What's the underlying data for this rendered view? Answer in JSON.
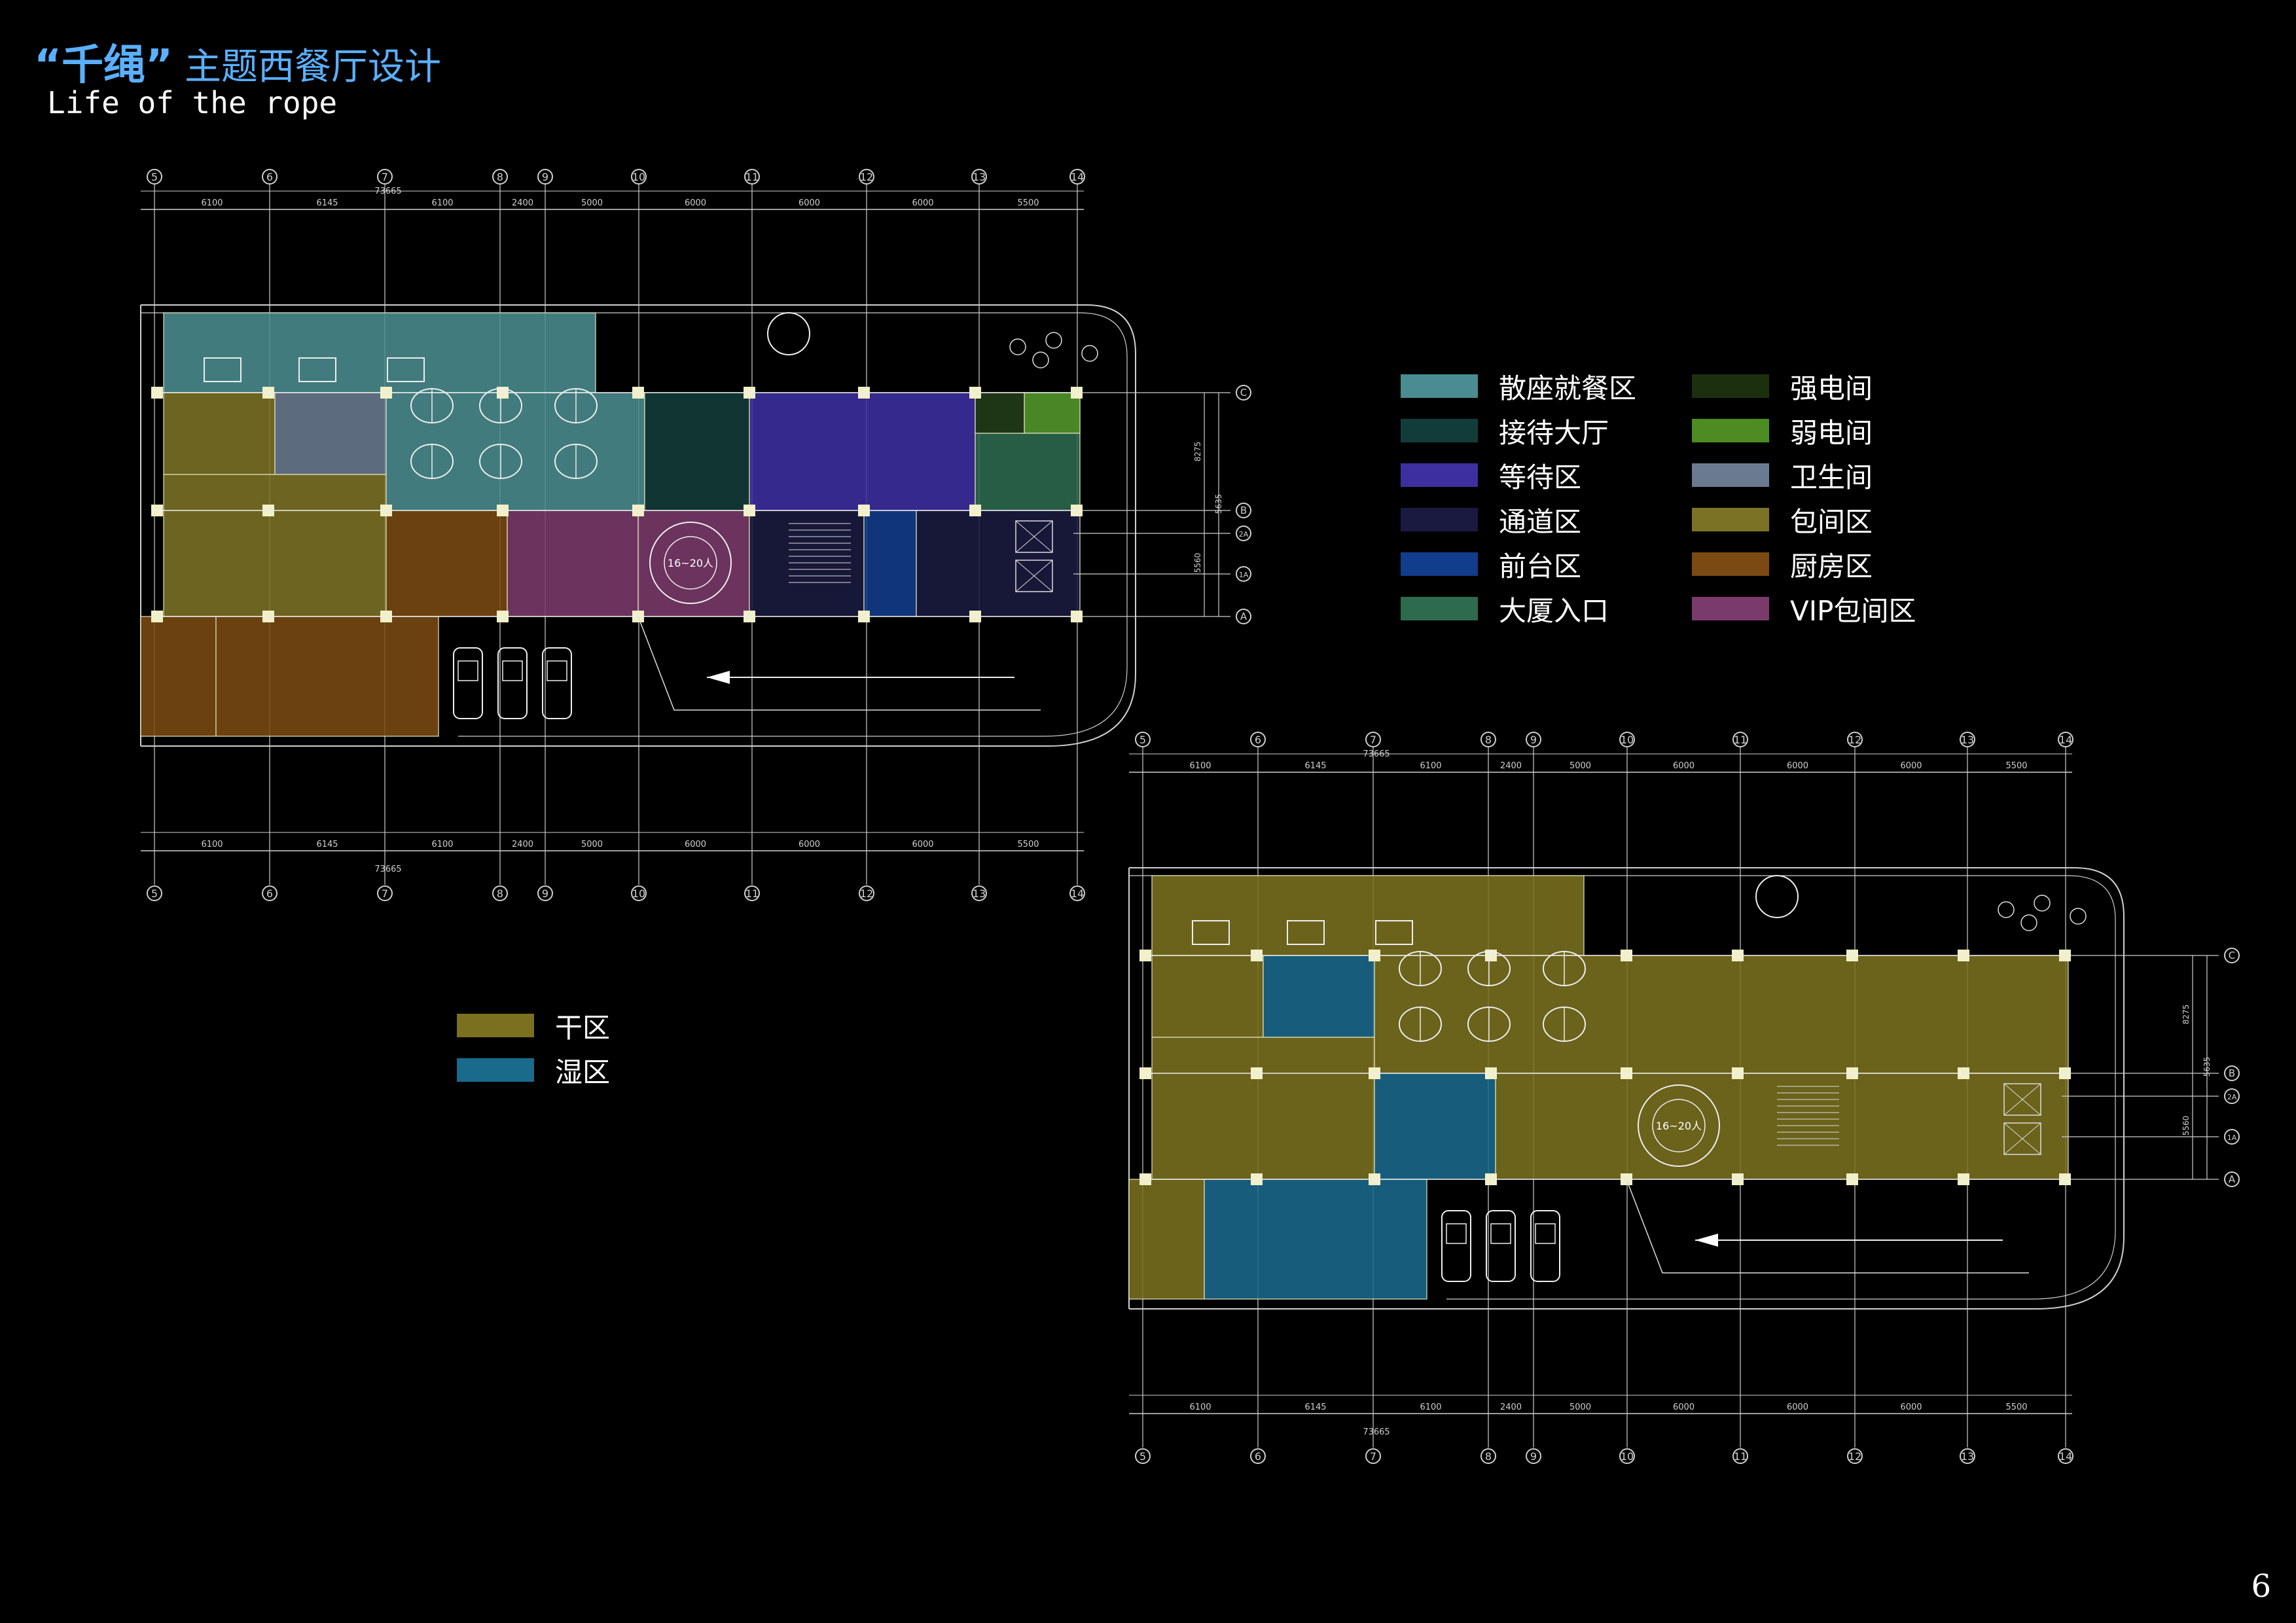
{
  "header": {
    "title_main": "“千绳”",
    "title_rest": "主题西餐厅设计",
    "subtitle": "Life of the rope"
  },
  "legend_functions": [
    {
      "label": "散座就餐区",
      "color": "#4a8c8f"
    },
    {
      "label": "接待大厅",
      "color": "#123c3a"
    },
    {
      "label": "等待区",
      "color": "#3e2fa0"
    },
    {
      "label": "通道区",
      "color": "#1a1a40"
    },
    {
      "label": "前台区",
      "color": "#123c8c"
    },
    {
      "label": "大厦入口",
      "color": "#2e6a4e"
    },
    {
      "label": "强电间",
      "color": "#1c3010"
    },
    {
      "label": "弱电间",
      "color": "#4c8c22"
    },
    {
      "label": "卫生间",
      "color": "#6a7a90"
    },
    {
      "label": "包间区",
      "color": "#7c7226"
    },
    {
      "label": "厨房区",
      "color": "#7a4a12"
    },
    {
      "label": "VIP包间区",
      "color": "#7a3a6a"
    }
  ],
  "legend_zones": [
    {
      "label": "干区",
      "color": "#7a7020"
    },
    {
      "label": "湿区",
      "color": "#1a6a8c"
    }
  ],
  "plan": {
    "axes": [
      "5",
      "6",
      "7",
      "8",
      "9",
      "10",
      "11",
      "12",
      "13",
      "14"
    ],
    "row_axes": [
      "C",
      "B",
      "2A",
      "1A",
      "A"
    ],
    "dims": [
      "6100",
      "6145",
      "6100",
      "2400",
      "5000",
      "6000",
      "6000",
      "6000",
      "5500"
    ],
    "total_dim": "73665",
    "vertical_dims": [
      "8275",
      "5635",
      "5560"
    ],
    "room_label": "16~20人"
  },
  "page_number": "6"
}
